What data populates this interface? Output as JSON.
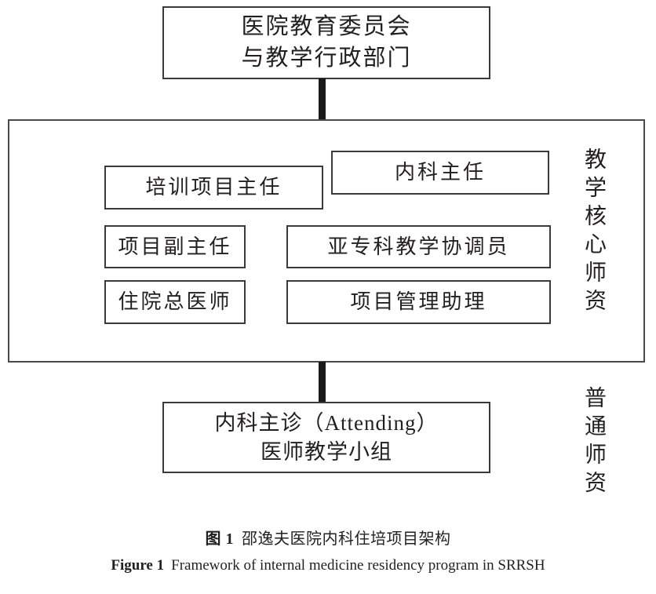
{
  "figure": {
    "top_node": {
      "text": "医院教育委员会\n与教学行政部门"
    },
    "core_container": {
      "side_label": "教学核心师资",
      "roles": [
        {
          "id": "training-director",
          "label": "培训项目主任"
        },
        {
          "id": "im-chief",
          "label": "内科主任"
        },
        {
          "id": "deputy-director",
          "label": "项目副主任"
        },
        {
          "id": "subspecialty-coord",
          "label": "亚专科教学协调员"
        },
        {
          "id": "chief-resident",
          "label": "住院总医师"
        },
        {
          "id": "program-assistant",
          "label": "项目管理助理"
        }
      ]
    },
    "bottom_node": {
      "text": "内科主诊（Attending）\n医师教学小组",
      "side_label": "普通师资"
    },
    "caption": {
      "cn_label": "图 1",
      "cn_text": "邵逸夫医院内科住培项目架构",
      "en_label": "Figure 1",
      "en_text": "Framework of internal medicine residency program in SRRSH"
    },
    "colors": {
      "box_border": "#3a3a3a",
      "container_border": "#4a4a4a",
      "connector": "#1a1a1a",
      "text": "#231f20",
      "background": "#ffffff"
    }
  }
}
